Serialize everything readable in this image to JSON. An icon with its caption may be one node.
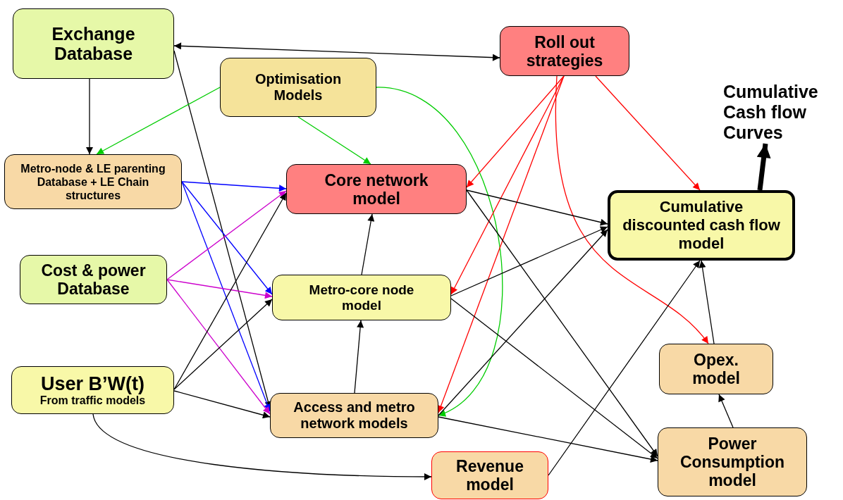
{
  "diagram": {
    "nodes": [
      {
        "text": [
          "Exchange Database"
        ]
      },
      {
        "text": [
          "Roll out strategies"
        ]
      },
      {
        "text": [
          "Optimisation Models"
        ]
      },
      {
        "text": [
          "Cumulative Cash flow Curves"
        ]
      },
      {
        "text": [
          "Metro-node & LE parenting Database + LE Chain structures"
        ]
      },
      {
        "text": [
          "Core network model"
        ]
      },
      {
        "text": [
          "Cumulative discounted cash flow model"
        ]
      },
      {
        "text": [
          "Cost & power Database"
        ]
      },
      {
        "text": [
          "Metro-core node model"
        ]
      },
      {
        "text": [
          "Opex. model"
        ]
      },
      {
        "text": [
          "User B’W(t)",
          "From traffic models"
        ]
      },
      {
        "text": [
          "Access and metro network models"
        ]
      },
      {
        "text": [
          "Revenue model"
        ]
      },
      {
        "text": [
          "Power Consumption model"
        ]
      }
    ],
    "edges": [
      {
        "from": 0,
        "to": 1,
        "arrow": "both"
      },
      {
        "from": 0,
        "to": 11,
        "arrow": "to"
      },
      {
        "from": 0,
        "to": 4,
        "arrow": "to"
      },
      {
        "from": 2,
        "to": 4,
        "arrow": "to",
        "color": "#00cc00"
      },
      {
        "from": 2,
        "to": 5,
        "arrow": "to",
        "color": "#00cc00"
      },
      {
        "from": 2,
        "to": 11,
        "arrow": "to",
        "color": "#00cc00"
      },
      {
        "from": 4,
        "to": 5,
        "arrow": "to",
        "color": "#0000ff"
      },
      {
        "from": 4,
        "to": 8,
        "arrow": "to",
        "color": "#0000ff"
      },
      {
        "from": 4,
        "to": 11,
        "arrow": "to",
        "color": "#0000ff"
      },
      {
        "from": 7,
        "to": 5,
        "arrow": "to",
        "color": "#cc00cc"
      },
      {
        "from": 7,
        "to": 8,
        "arrow": "to",
        "color": "#cc00cc"
      },
      {
        "from": 7,
        "to": 11,
        "arrow": "to",
        "color": "#cc00cc"
      },
      {
        "from": 10,
        "to": 5,
        "arrow": "to"
      },
      {
        "from": 10,
        "to": 8,
        "arrow": "to"
      },
      {
        "from": 10,
        "to": 11,
        "arrow": "to"
      },
      {
        "from": 10,
        "to": 12,
        "arrow": "to"
      },
      {
        "from": 8,
        "to": 5,
        "arrow": "to"
      },
      {
        "from": 11,
        "to": 8,
        "arrow": "to"
      },
      {
        "from": 1,
        "to": 5,
        "arrow": "to",
        "color": "#ff0000"
      },
      {
        "from": 1,
        "to": 8,
        "arrow": "to",
        "color": "#ff0000"
      },
      {
        "from": 1,
        "to": 11,
        "arrow": "to",
        "color": "#ff0000"
      },
      {
        "from": 1,
        "to": 9,
        "arrow": "to",
        "color": "#ff0000"
      },
      {
        "from": 1,
        "to": 6,
        "arrow": "to",
        "color": "#ff0000"
      },
      {
        "from": 5,
        "to": 6,
        "arrow": "to"
      },
      {
        "from": 8,
        "to": 6,
        "arrow": "to"
      },
      {
        "from": 11,
        "to": 6,
        "arrow": "to"
      },
      {
        "from": 5,
        "to": 13,
        "arrow": "to"
      },
      {
        "from": 8,
        "to": 13,
        "arrow": "to"
      },
      {
        "from": 11,
        "to": 13,
        "arrow": "to"
      },
      {
        "from": 12,
        "to": 6,
        "arrow": "to"
      },
      {
        "from": 9,
        "to": 6,
        "arrow": "to"
      },
      {
        "from": 13,
        "to": 9,
        "arrow": "to"
      },
      {
        "from": 6,
        "to": 3,
        "arrow": "to",
        "style": "thick"
      }
    ]
  }
}
